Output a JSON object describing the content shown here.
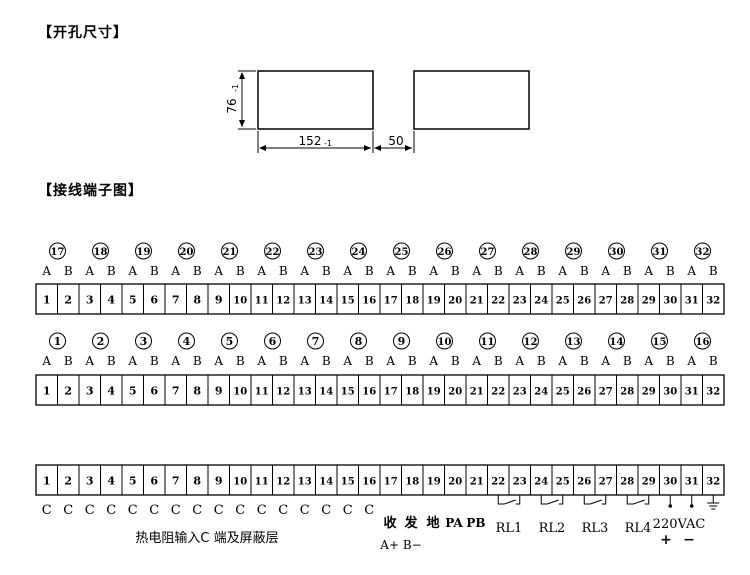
{
  "headings": {
    "cutout": "【开孔尺寸】",
    "wiring": "【接线端子图】"
  },
  "cutout": {
    "height_label": "76",
    "height_tol": "-1",
    "width_label": "152",
    "width_tol": "-1",
    "gap_label": "50"
  },
  "terminals": [
    "1",
    "2",
    "3",
    "4",
    "5",
    "6",
    "7",
    "8",
    "9",
    "10",
    "11",
    "12",
    "13",
    "14",
    "15",
    "16",
    "17",
    "18",
    "19",
    "20",
    "21",
    "22",
    "23",
    "24",
    "25",
    "26",
    "27",
    "28",
    "29",
    "30",
    "31",
    "32"
  ],
  "ab_pair": [
    "A",
    "B"
  ],
  "row1_channels": [
    "17",
    "18",
    "19",
    "20",
    "21",
    "22",
    "23",
    "24",
    "25",
    "26",
    "27",
    "28",
    "29",
    "30",
    "31",
    "32"
  ],
  "row2_channels": [
    "1",
    "2",
    "3",
    "4",
    "5",
    "6",
    "7",
    "8",
    "9",
    "10",
    "11",
    "12",
    "13",
    "14",
    "15",
    "16"
  ],
  "bottom": {
    "c_letter": "C",
    "rtd_caption": "热电阻输入C 端及屏蔽层",
    "comm_labels": [
      "收",
      "发",
      "地"
    ],
    "pa": "PA",
    "pb": "PB",
    "ab_label": "A+ B−",
    "relays": [
      "RL1",
      "RL2",
      "RL3",
      "RL4"
    ],
    "power": "220VAC",
    "plus": "+",
    "minus": "−"
  }
}
